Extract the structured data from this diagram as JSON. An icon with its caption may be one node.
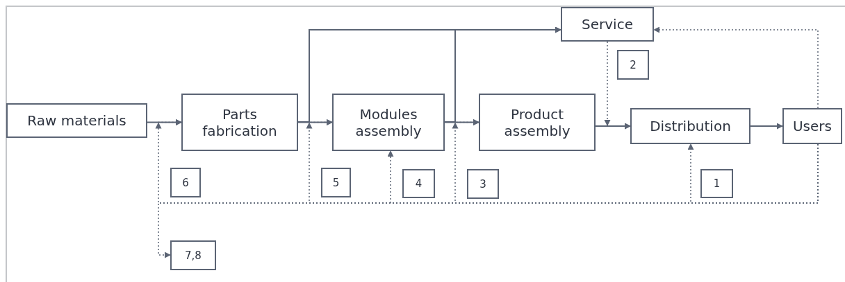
{
  "diagram": {
    "nodes": [
      {
        "text": [
          "Service"
        ]
      },
      {
        "text": [
          "Raw materials"
        ]
      },
      {
        "text": [
          "Parts fabrication"
        ]
      },
      {
        "text": [
          "Modules assembly"
        ]
      },
      {
        "text": [
          "Product assembly"
        ]
      },
      {
        "text": [
          "Distribution"
        ]
      },
      {
        "text": [
          "Users"
        ]
      },
      {
        "text": [
          "2"
        ]
      },
      {
        "text": [
          "6"
        ]
      },
      {
        "text": [
          "5"
        ]
      },
      {
        "text": [
          "4"
        ]
      },
      {
        "text": [
          "3"
        ]
      },
      {
        "text": [
          "1"
        ]
      },
      {
        "text": [
          "7,8"
        ]
      }
    ],
    "edges": [
      {
        "from": 1,
        "to": 2,
        "arrow": "to"
      },
      {
        "from": 2,
        "to": 3,
        "arrow": "to"
      },
      {
        "from": 3,
        "to": 4,
        "arrow": "to"
      },
      {
        "from": 4,
        "to": 5,
        "arrow": "to"
      },
      {
        "from": 5,
        "to": 6,
        "arrow": "to"
      },
      {
        "from": 2,
        "to": 0,
        "arrow": "to"
      },
      {
        "from": 3,
        "to": 0,
        "arrow": "to"
      },
      {
        "from": 0,
        "to": 5,
        "arrow": "to",
        "style": "dashed"
      },
      {
        "from": 6,
        "to": 0,
        "arrow": "to",
        "style": "dashed"
      },
      {
        "from": 6,
        "to": 5,
        "arrow": "to",
        "style": "dashed"
      },
      {
        "from": 6,
        "to": 4,
        "arrow": "to",
        "style": "dashed"
      },
      {
        "from": 6,
        "to": 3,
        "arrow": "to",
        "style": "dashed"
      },
      {
        "from": 6,
        "to": 3,
        "arrow": "to",
        "style": "dashed"
      },
      {
        "from": 6,
        "to": 2,
        "arrow": "to",
        "style": "dashed"
      },
      {
        "from": 6,
        "to": 13,
        "arrow": "to",
        "style": "dashed"
      }
    ]
  }
}
